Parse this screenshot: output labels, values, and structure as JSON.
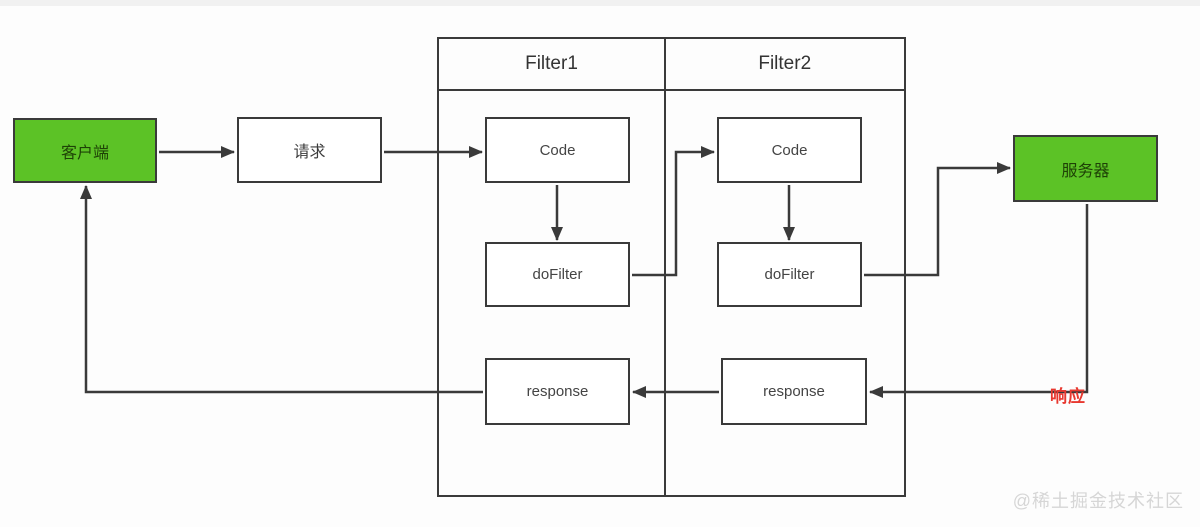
{
  "colors": {
    "node_green": "#5cc226",
    "line_dark": "#3a3a3a",
    "response_red": "#e8382f",
    "watermark_gray": "#d6d6d6"
  },
  "nodes": {
    "client": "客户端",
    "request": "请求",
    "server": "服务器"
  },
  "filters": [
    {
      "title": "Filter1",
      "boxes": [
        "Code",
        "doFilter",
        "response"
      ]
    },
    {
      "title": "Filter2",
      "boxes": [
        "Code",
        "doFilter",
        "response"
      ]
    }
  ],
  "labels": {
    "response_flow": "响应"
  },
  "watermark": "@稀土掘金技术社区"
}
